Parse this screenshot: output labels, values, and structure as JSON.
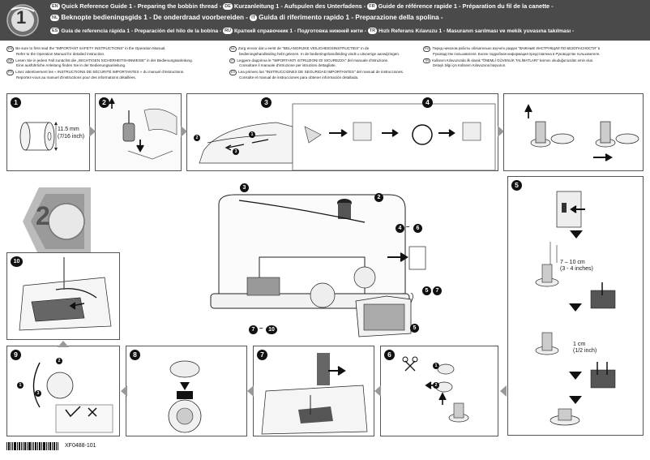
{
  "header": {
    "badge_number": "1",
    "lines": [
      {
        "langs": [
          "EN"
        ],
        "text": "Quick Reference Guide 1 - Preparing the bobbin thread -",
        "langs2": [
          "DE"
        ],
        "text2": "Kurzanleitung 1 - Aufspulen des Unterfadens -",
        "langs3": [
          "FR"
        ],
        "text3": "Guide de référence rapide 1 - Préparation du fil de la canette -"
      },
      {
        "langs": [
          "NL"
        ],
        "text": "Beknopte bedieningsgids 1 - De onderdraad voorbereiden -",
        "langs2": [
          "IT"
        ],
        "text2": "Guida di riferimento rapido 1 - Preparazione della spolina -"
      },
      {
        "langs": [
          "ES"
        ],
        "text": "Guía de referencia rápida 1 - Preparación del hilo de la bobina -",
        "langs2": [
          "RU"
        ],
        "text2": "Краткий справочник 1 - Подготовка нижней нити -",
        "langs3": [
          "TR"
        ],
        "text3": "Hızlı Referans Kılavuzu 1 - Masuranın sarılması ve mekik yuvasına takılması -"
      }
    ]
  },
  "instructions": {
    "col1": [
      {
        "lang": "EN",
        "lines": [
          "Be sure to first read the \"IMPORTANT SAFETY INSTRUCTIONS\" in the Operation Manual.",
          "Refer to the Operation Manual for detailed instruction."
        ]
      },
      {
        "lang": "DE",
        "lines": [
          "Lesen Sie in jedem Fall zunächst die „WICHTIGEN SICHERHEITSHINWEISE\" in der Bedienungsanleitung.",
          "Eine ausführliche Anleitung finden Sie in der Bedienungsanleitung."
        ]
      },
      {
        "lang": "FR",
        "lines": [
          "Lisez attentivement les « INSTRUCTIONS DE SÉCURITÉ IMPORTANTES » du manuel d'instructions.",
          "Reportez-vous au manuel d'instructions pour des informations détaillées."
        ]
      }
    ],
    "col2": [
      {
        "lang": "NL",
        "lines": [
          "Zorg ervoor dat u eerst de \"BELANGRIJKE VEILIGHEIDSINSTRUCTIES\" in de",
          "bedieningshandleiding hebt gelezen. In de bedieningshandleiding vindt u uitvoerige aanwijzingen."
        ]
      },
      {
        "lang": "IT",
        "lines": [
          "Leggere dapprima le \"IMPORTANTI ISTRUZIONI DI SICUREZZA\" del manuale d'istruzione.",
          "Consultare il manuale d'istruzione per istruzioni dettagliate."
        ]
      },
      {
        "lang": "ES",
        "lines": [
          "Lea primero las \"INSTRUCCIONES DE SEGURIDAD IMPORTANTES\" del manual de instrucciones.",
          "Consulte el manual de instrucciones para obtener información detallada."
        ]
      }
    ],
    "col3": [
      {
        "lang": "RU",
        "lines": [
          "Перед началом работы обязательно изучите раздел \"ВАЖНЫЕ ИНСТРУКЦИИ ПО БЕЗОПАСНОСТИ\" в",
          "Руководстве пользователя. Более подробная информация представлена в Руководстве пользователя."
        ]
      },
      {
        "lang": "TR",
        "lines": [
          "Kullanım Kılavuzunda ilk olarak \"ÖNEMLİ GÜVENLİK TALİMATLARI\" kısmını okuduğunuzdan emin olun.",
          "Detaylı bilgi için Kullanım Kılavuzuna başvurun."
        ]
      }
    ]
  },
  "panels": {
    "p1": {
      "num": "1",
      "dimension": "11.5 mm",
      "dimension_inch": "(7/16 inch)"
    },
    "p2": {
      "num": "2"
    },
    "p3": {
      "num": "3",
      "callouts": [
        "1",
        "2",
        "3"
      ]
    },
    "p4": {
      "num": "4"
    },
    "p5": {
      "num": "5",
      "dim1": "7 – 10 cm",
      "dim1_inch": "(3 - 4 inches)",
      "dim2": "1 cm",
      "dim2_inch": "(1/2 inch)"
    },
    "p6": {
      "num": "6",
      "callouts": [
        "1",
        "2"
      ]
    },
    "p7": {
      "num": "7"
    },
    "p8": {
      "num": "8"
    },
    "p9": {
      "num": "9",
      "callouts": [
        "1",
        "2",
        "3"
      ]
    },
    "p10": {
      "num": "10"
    }
  },
  "section2": {
    "badge_number": "2"
  },
  "machine": {
    "labels": {
      "c3": "3",
      "c2": "2",
      "c4": "4",
      "dash1": "–",
      "c6": "6",
      "c5a": "5",
      "c7a": "7",
      "c7b": "7",
      "dash2": "–",
      "c10": "10",
      "c5b": "5"
    }
  },
  "footer": {
    "part_number": "XF0488-101"
  }
}
